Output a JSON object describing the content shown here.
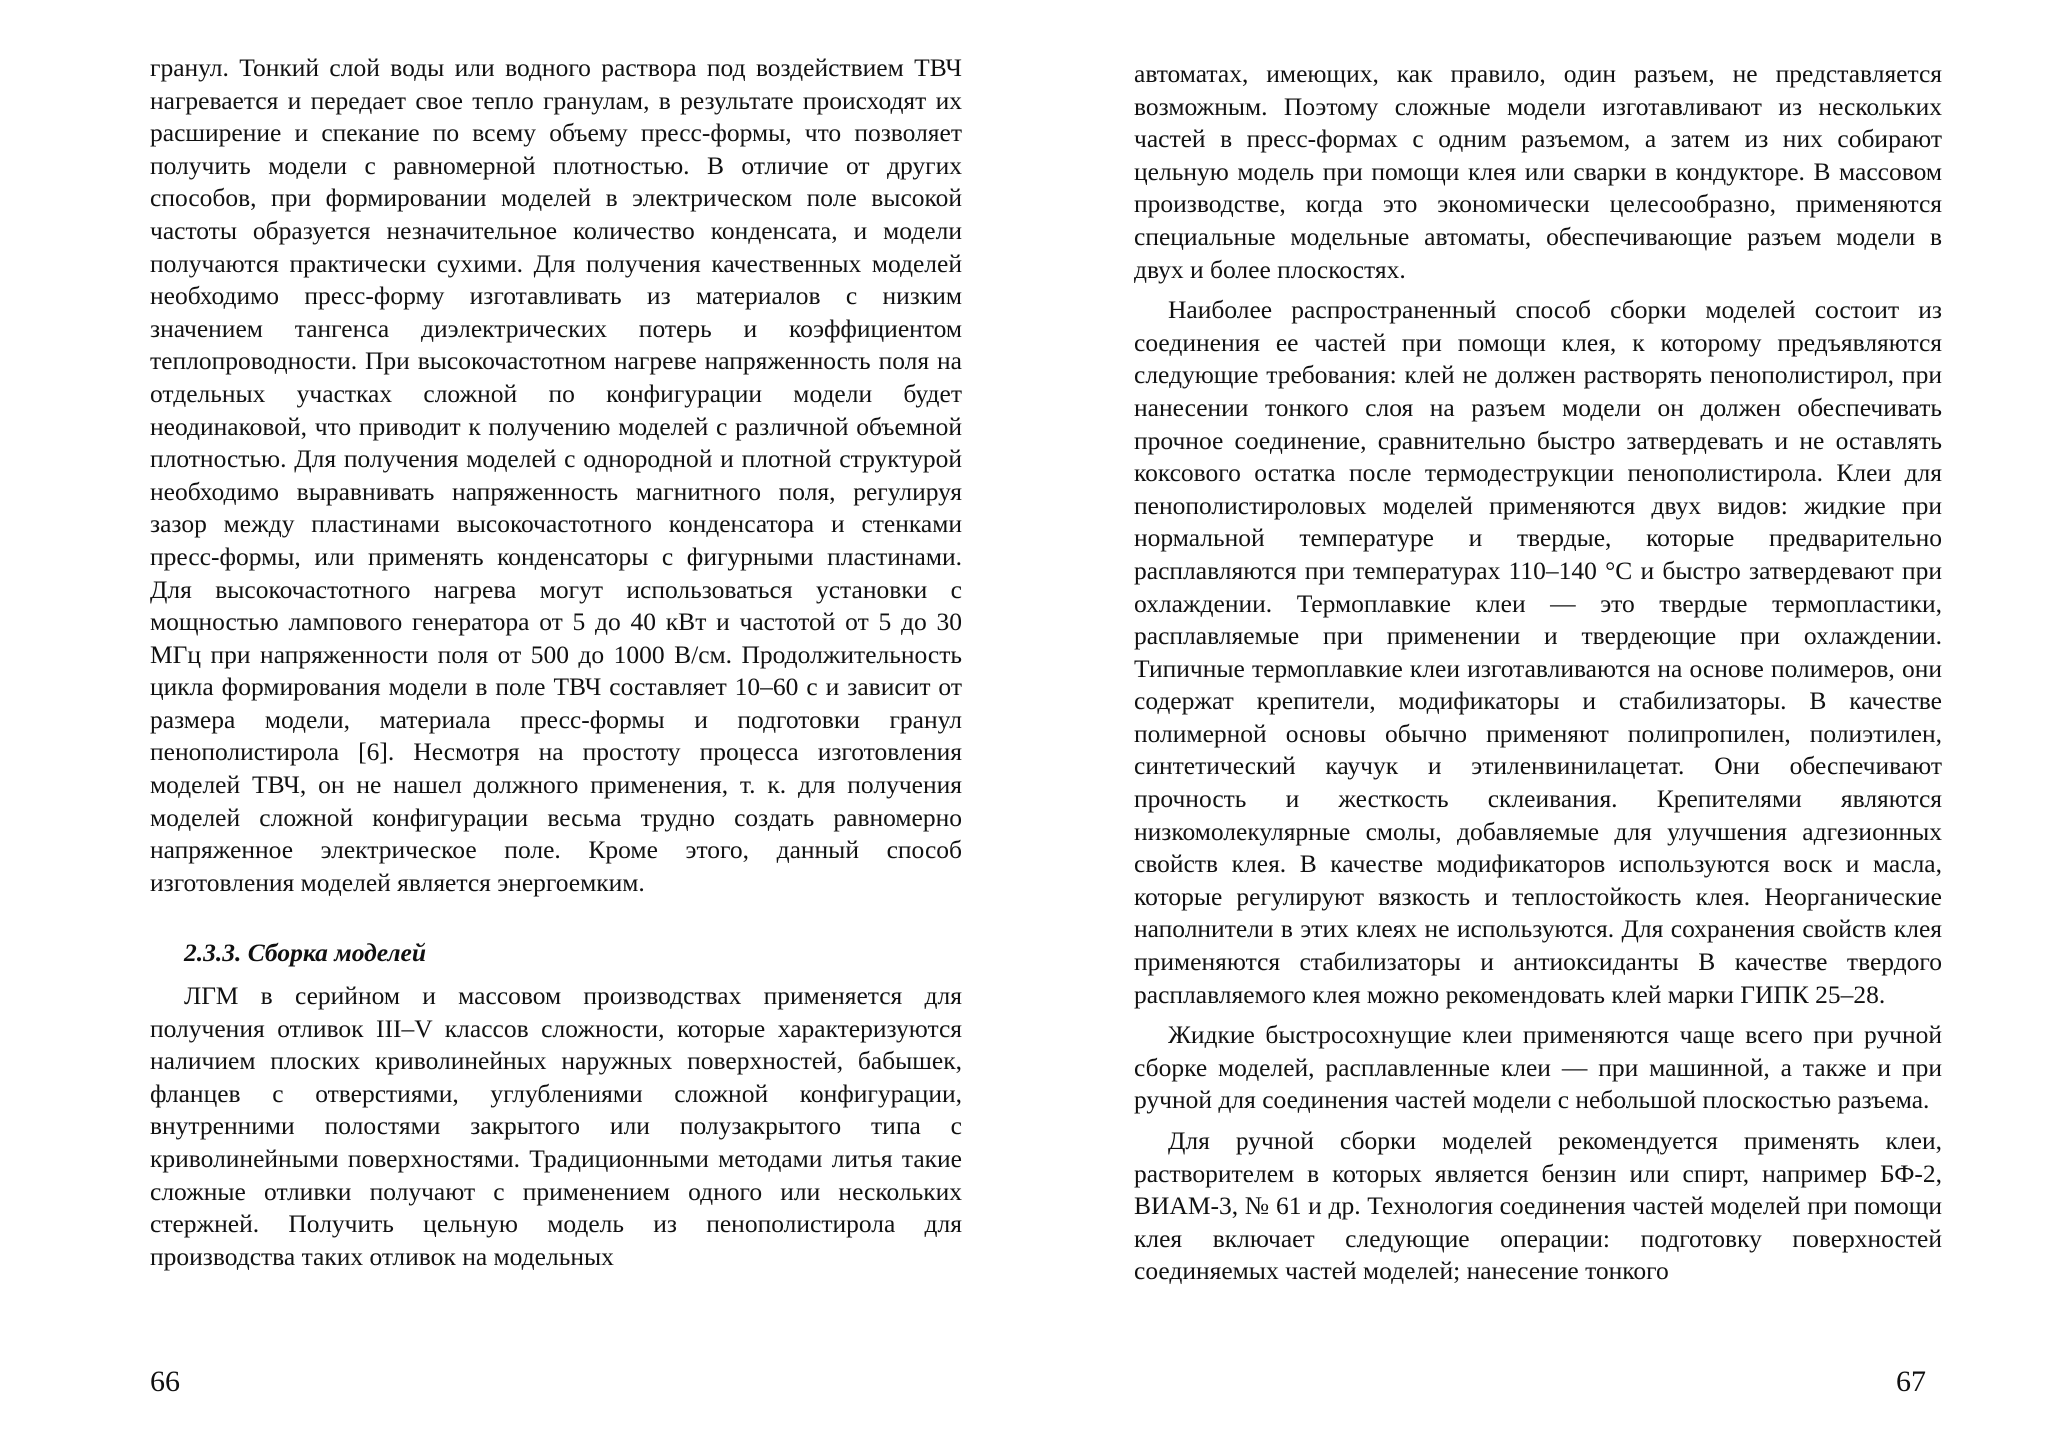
{
  "left_page": {
    "para1": "гранул. Тонкий слой воды или водного раствора под воздействием ТВЧ нагревается и передает свое тепло гранулам, в результате происходят их расширение и спекание по всему объему пресс-формы, что позволяет получить модели с равномерной плотностью. В отличие от других способов, при формировании моделей в электрическом поле высокой частоты образуется незначительное количество конденсата, и модели получаются практически сухими. Для получения качественных моделей необходимо пресс-форму изготавливать из материалов с низким значением тангенса диэлектрических потерь и коэффициентом теплопроводности. При высокочастотном нагреве напряженность поля на отдельных участках сложной по конфигурации модели будет неодинаковой, что приводит к получению моделей с различной объемной плотностью. Для получения моделей с однородной и плотной структурой необходимо выравнивать напряженность магнитного поля, регулируя зазор между пластинами высокочастотного конденсатора и стенками пресс-формы, или применять конденсаторы с фигурными пластинами. Для высокочастотного нагрева могут использоваться установки с мощностью лампового генератора от 5 до 40 кВт и частотой от 5 до 30 МГц при напряженности поля от 500 до 1000 В/см. Продолжительность цикла формирования модели в поле ТВЧ составляет 10–60 с и зависит от размера модели, материала пресс-формы и подготовки гранул пенополистирола [6]. Несмотря на простоту процесса изготовления моделей ТВЧ, он не нашел должного применения, т. к. для получения моделей сложной конфигурации весьма трудно создать равномерно напряженное электрическое поле. Кроме этого, данный способ изготовления моделей является энергоемким.",
    "section_title": "2.3.3. Сборка моделей",
    "para2": "ЛГМ в серийном и массовом производствах применяется для получения отливок III–V классов сложности, которые характеризуются наличием плоских криволинейных наружных поверхностей, бабышек, фланцев с отверстиями, углублениями сложной конфигурации, внутренними полостями закрытого или полузакрытого типа с криволинейными поверхностями. Традиционными методами литья такие сложные отливки получают с применением одного или нескольких стержней. Получить цельную модель из пенополистирола для производства таких отливок на модельных",
    "page_number": "66"
  },
  "right_page": {
    "para1": "автоматах, имеющих, как правило, один разъем, не представляется возможным. Поэтому сложные модели изготавливают из нескольких частей в пресс-формах с одним разъемом, а затем из них собирают цельную модель при помощи клея или сварки в кондукторе. В массовом производстве, когда это экономически целесообразно, применяются специальные модельные автоматы, обеспечивающие разъем модели в двух и более плоскостях.",
    "para2": "Наиболее распространенный способ сборки моделей состоит из соединения ее частей при помощи клея, к которому предъявляются следующие требования: клей не должен растворять пенополистирол, при нанесении тонкого слоя на разъем модели он должен обеспечивать прочное соединение, сравнительно быстро затвердевать и не оставлять коксового остатка после термодеструкции пенополистирола. Клеи для пенополистироловых моделей применяются двух видов: жидкие при нормальной температуре и твердые, которые предварительно расплавляются при температурах 110–140 °С и быстро затвердевают при охлаждении. Термоплавкие клеи — это твердые термопластики, расплавляемые при применении и твердеющие при охлаждении. Типичные термоплавкие клеи изготавливаются на основе полимеров, они содержат крепители, модификаторы и стабилизаторы. В качестве полимерной основы обычно применяют полипропилен, полиэтилен, синтетический каучук и этиленвинилацетат. Они обеспечивают прочность и жесткость склеивания. Крепителями являются низкомолекулярные смолы, добавляемые для улучшения адгезионных свойств клея. В качестве модификаторов используются воск и масла, которые регулируют вязкость и теплостойкость клея. Неорганические наполнители в этих клеях не используются. Для сохранения свойств клея применяются стабилизаторы и антиоксиданты В качестве твердого расплавляемого клея можно рекомендовать клей марки ГИПК 25–28.",
    "para3": "Жидкие быстросохнущие клеи применяются чаще всего при ручной сборке моделей, расплавленные клеи — при машинной, а также и при ручной для соединения частей модели с небольшой плоскостью разъема.",
    "para4": "Для ручной сборки моделей рекомендуется применять клеи, растворителем в которых является бензин или спирт, например БФ-2, ВИАМ-3, № 61 и др. Технология соединения частей моделей при помощи клея включает следующие операции: подготовку поверхностей соединяемых частей моделей; нанесение тонкого",
    "page_number": "67"
  }
}
